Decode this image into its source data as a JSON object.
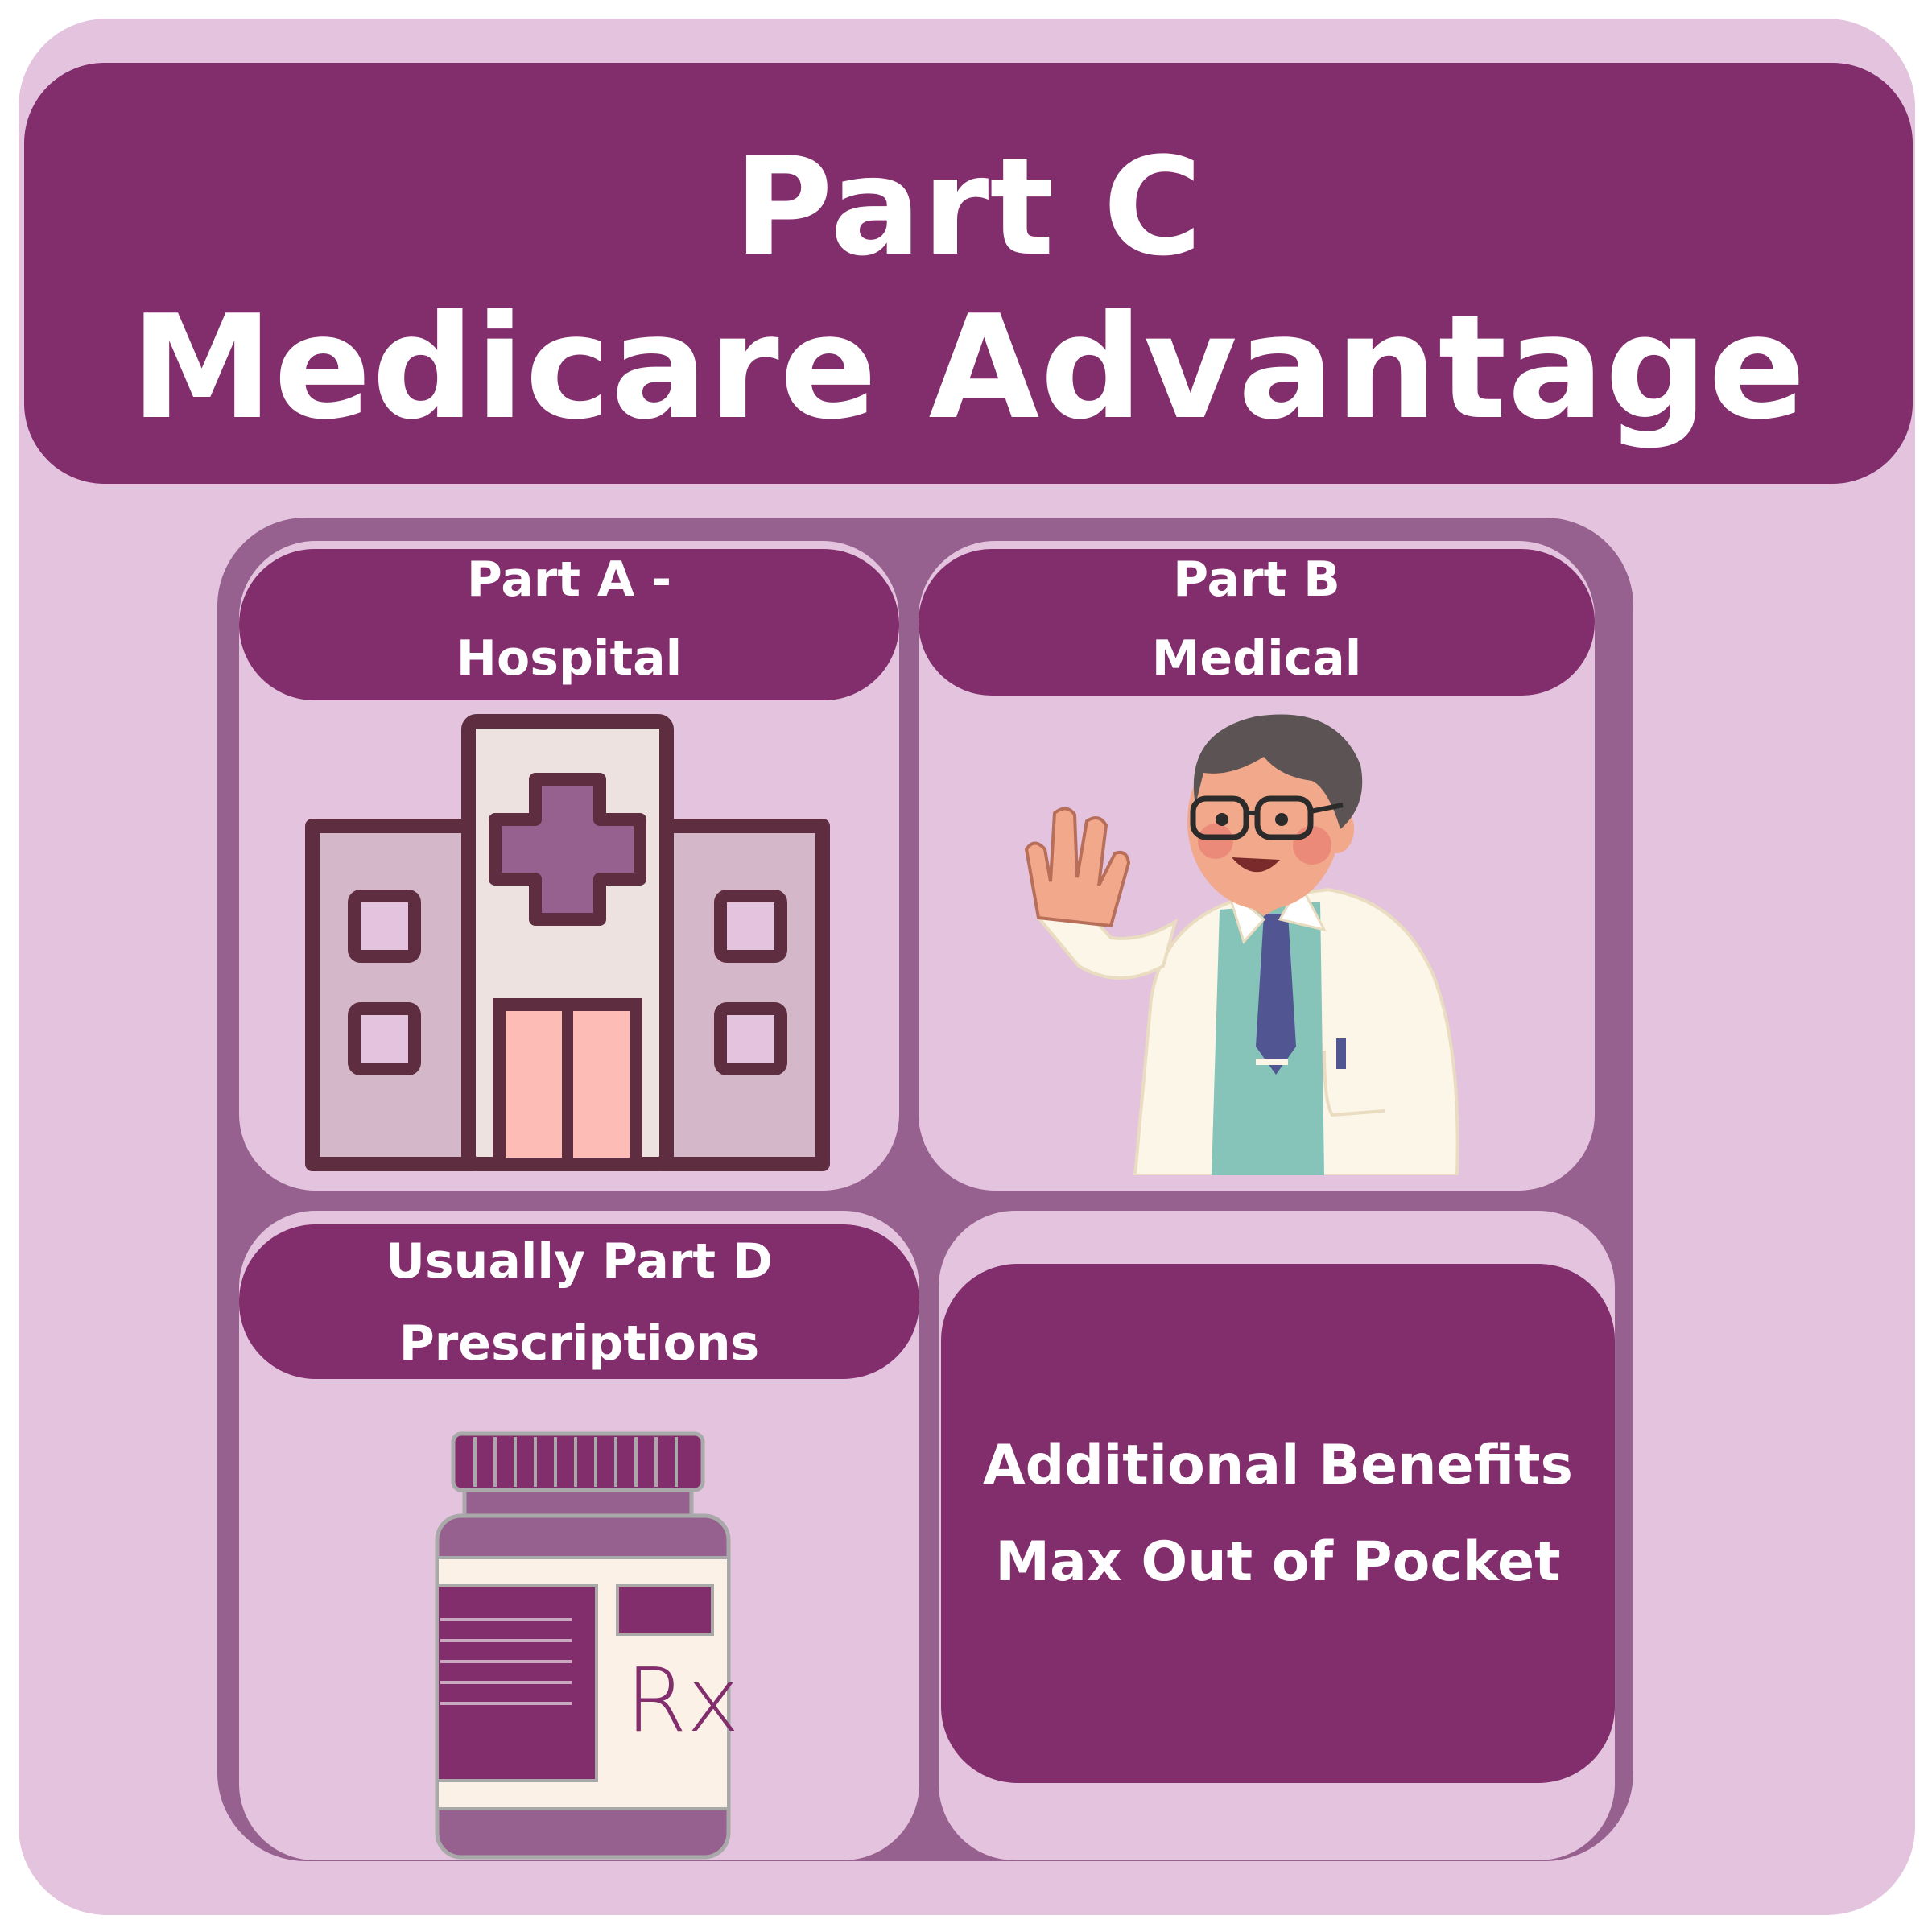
{
  "header": {
    "line1": "Part C",
    "line2": "Medicare Advantage"
  },
  "cells": {
    "part_a": {
      "line1": "Part A -",
      "line2": "Hospital",
      "icon": "hospital-icon"
    },
    "part_b": {
      "line1": "Part B",
      "line2": "Medical",
      "icon": "doctor-icon"
    },
    "part_d": {
      "line1": "Usually Part D",
      "line2": "Prescriptions",
      "icon": "prescription-bottle-icon",
      "rx_label": "Rx"
    },
    "extras": {
      "line1": "Additional Benefits",
      "line2": "Max Out of Pocket"
    }
  },
  "colors": {
    "plum": "#822d6c",
    "lavender": "#e3c3de",
    "frame": "#97618f"
  }
}
